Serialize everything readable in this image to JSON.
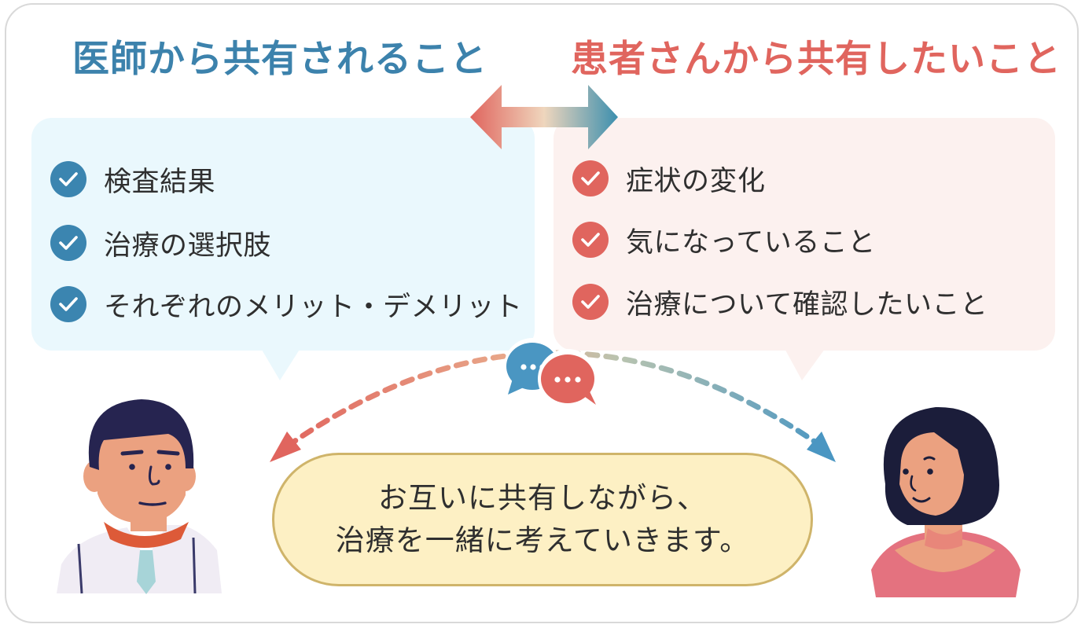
{
  "doctor_section": {
    "heading": "医師から共有されること",
    "items": [
      {
        "label": "検査結果"
      },
      {
        "label": "治療の選択肢"
      },
      {
        "label": "それぞれのメリット・デメリット"
      }
    ]
  },
  "patient_section": {
    "heading": "患者さんから共有したいこと",
    "items": [
      {
        "label": "症状の変化"
      },
      {
        "label": "気になっていること"
      },
      {
        "label": "治療について確認したいこと"
      }
    ]
  },
  "message": {
    "line1": "お互いに共有しながら、",
    "line2": "治療を一緒に考えていきます。"
  },
  "colors": {
    "doctor_accent": "#3c82ac",
    "patient_accent": "#e0655e",
    "doctor_panel": "#eaf8fd",
    "patient_panel": "#fcf1ef",
    "message_fill": "#fdf0c4",
    "message_border": "#cfb46a"
  },
  "icons": [
    "check-circle-icon",
    "double-arrow-icon",
    "chat-bubbles-icon",
    "doctor-avatar",
    "patient-avatar"
  ]
}
